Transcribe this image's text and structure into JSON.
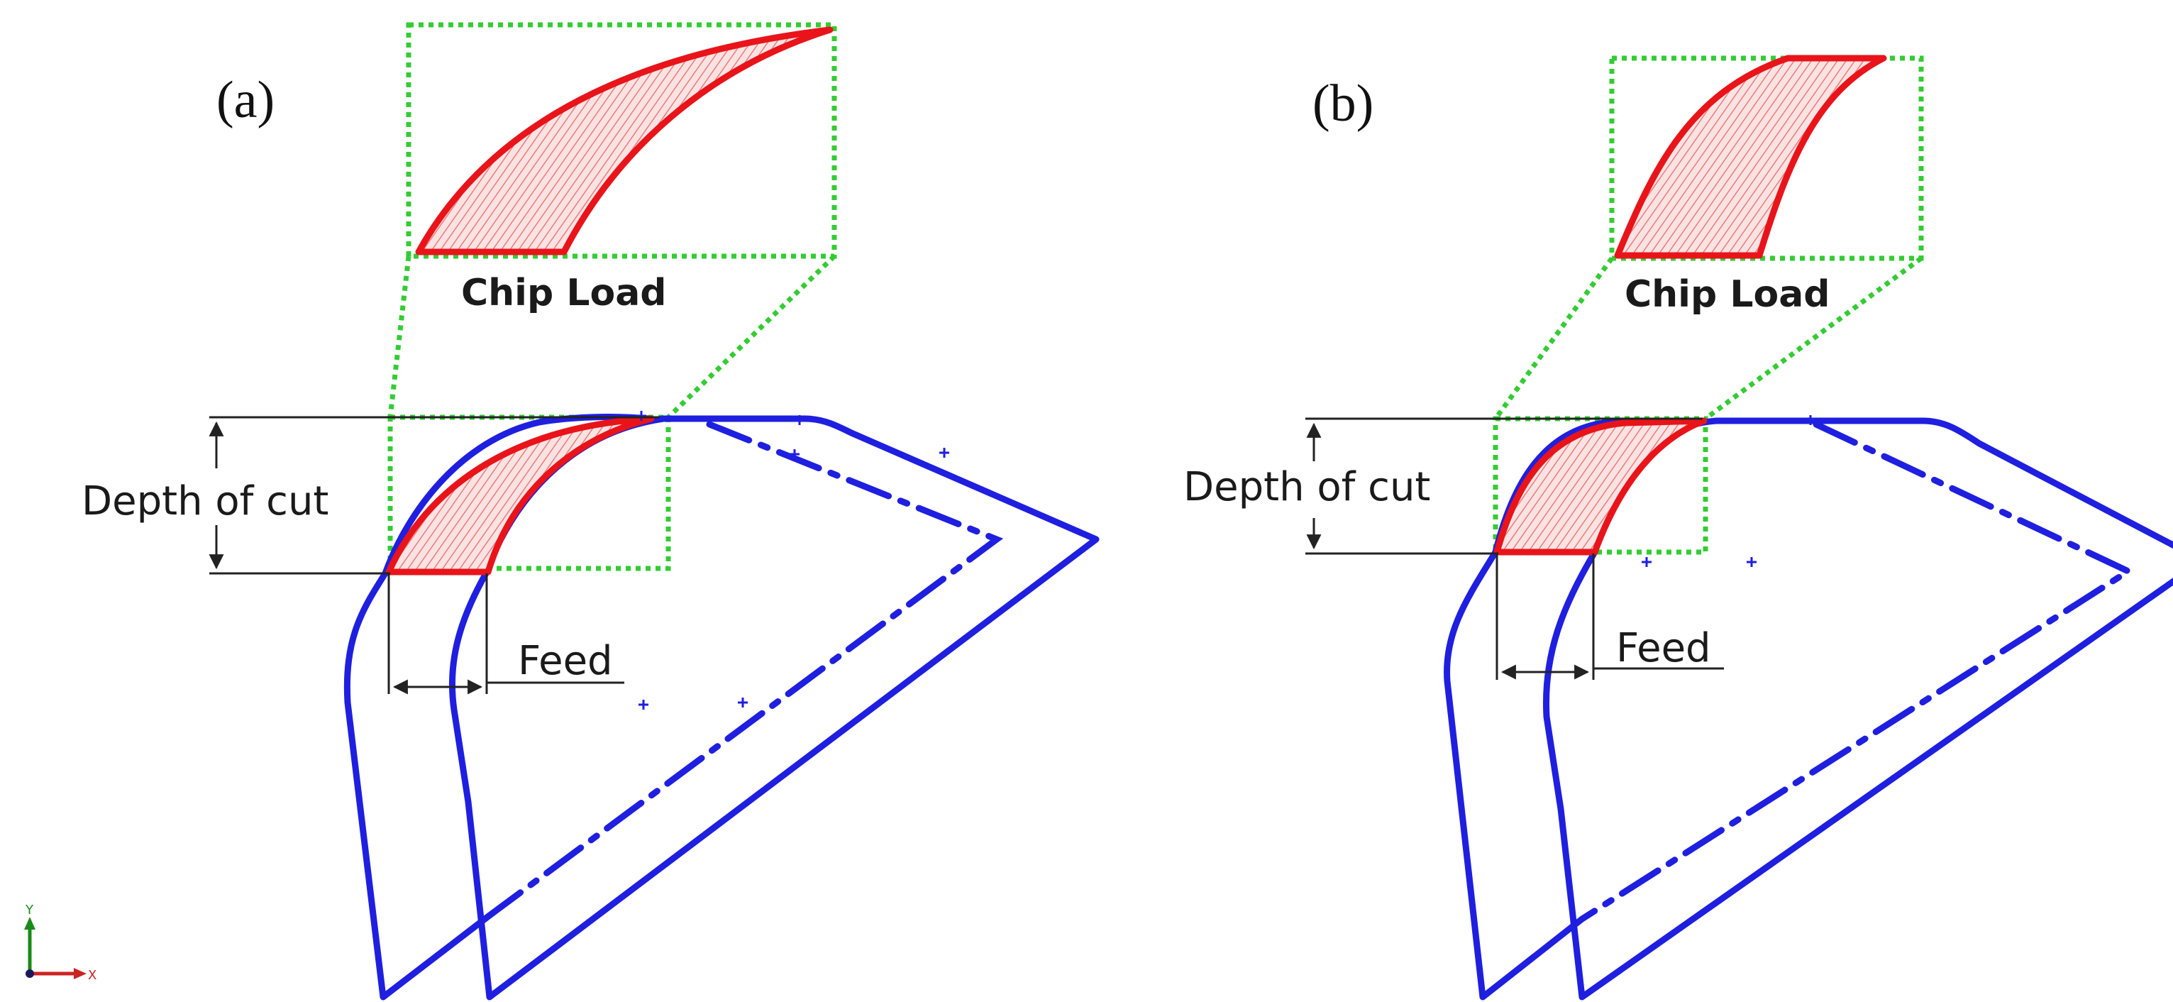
{
  "panels": [
    {
      "label": "(a)",
      "chip_label": "Chip Load",
      "depth_label": "Depth of cut",
      "feed_label": "Feed"
    },
    {
      "label": "(b)",
      "chip_label": "Chip Load",
      "depth_label": "Depth of cut",
      "feed_label": "Feed"
    }
  ],
  "triad": {
    "y": "Y",
    "x": "X"
  },
  "colors": {
    "tool_outline": "#1f1fe0",
    "chip": "#e8141a",
    "chip_hatch": "#f2a0a0",
    "zoom_box": "#33cc33",
    "dimension": "#222222",
    "axis_x": "#cc2222",
    "axis_y": "#1a8a1a"
  }
}
